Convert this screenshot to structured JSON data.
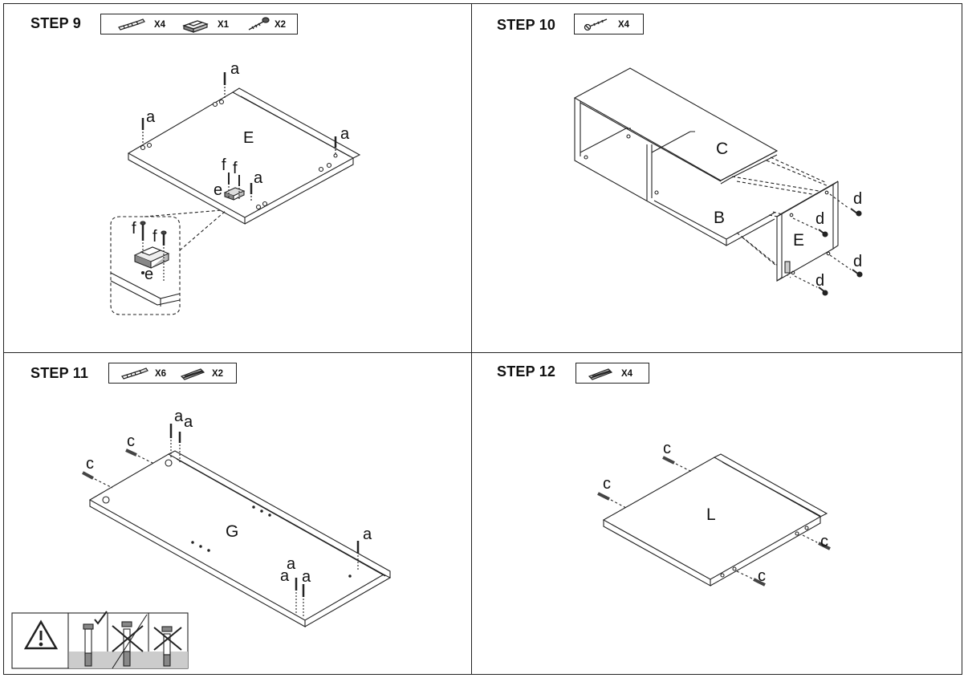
{
  "steps": [
    {
      "title": "STEP 9",
      "parts": [
        "X4",
        "X1",
        "X2"
      ],
      "labels": {
        "a": "a",
        "e": "e",
        "f": "f",
        "panel": "E"
      },
      "icons": [
        "dowel-icon",
        "hinge-plate-icon",
        "screw-icon"
      ]
    },
    {
      "title": "STEP 10",
      "parts": [
        "X4"
      ],
      "labels": {
        "d": "d",
        "C": "C",
        "B": "B",
        "E": "E"
      },
      "icons": [
        "long-screw-icon"
      ]
    },
    {
      "title": "STEP 11",
      "parts": [
        "X6",
        "X2"
      ],
      "labels": {
        "a": "a",
        "c": "c",
        "panel": "G"
      },
      "icons": [
        "dowel-icon",
        "wood-dowel-icon"
      ]
    },
    {
      "title": "STEP 12",
      "parts": [
        "X4"
      ],
      "labels": {
        "c": "c",
        "panel": "L"
      },
      "icons": [
        "wood-dowel-icon"
      ]
    }
  ]
}
